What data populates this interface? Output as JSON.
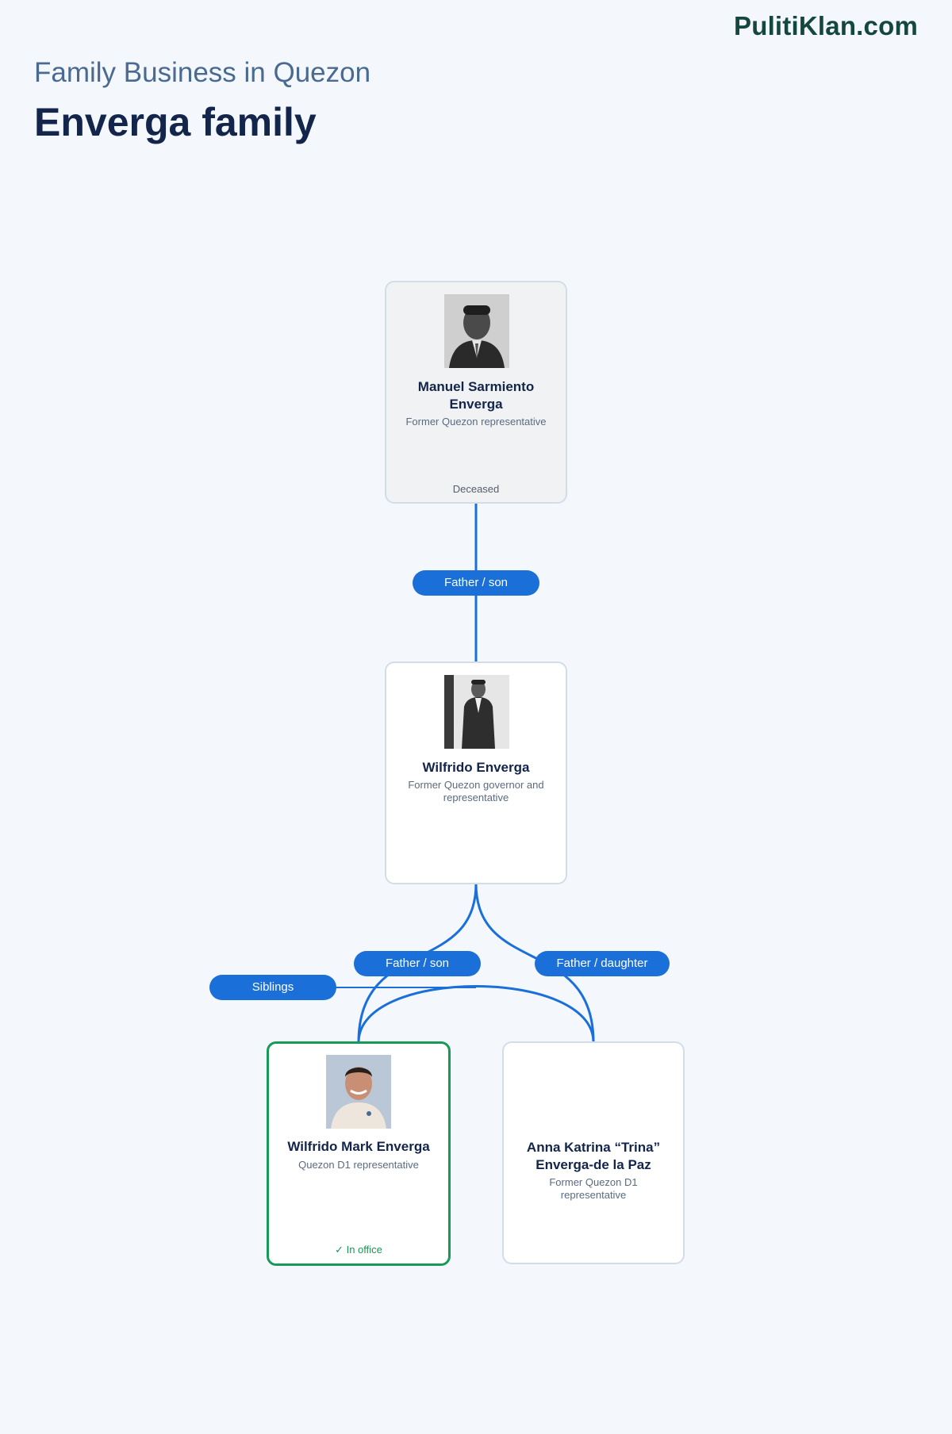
{
  "brand": "PulitiKlan.com",
  "header": {
    "subtitle": "Family Business in Quezon",
    "title": "Enverga family"
  },
  "members": [
    {
      "name_line1": "Manuel Sarmiento",
      "name_line2": "Enverga",
      "role": "Former Quezon representative",
      "status": "Deceased"
    },
    {
      "name": "Wilfrido Enverga",
      "role_line1": "Former Quezon governor and",
      "role_line2": "representative"
    },
    {
      "name": "Wilfrido Mark Enverga",
      "role": "Quezon D1 representative",
      "status": "✓ In office"
    },
    {
      "name_line1": "Anna Katrina “Trina”",
      "name_line2": "Enverga-de la Paz",
      "role_line1": "Former Quezon D1",
      "role_line2": "representative"
    }
  ],
  "relations": [
    {
      "label": "Father / son"
    },
    {
      "label": "Father / son"
    },
    {
      "label": "Father / daughter"
    },
    {
      "label": "Siblings"
    }
  ],
  "colors": {
    "link": "#1a6fd8",
    "active_border": "#179a55",
    "card_border": "#d3dde8",
    "brand": "#14483f"
  }
}
